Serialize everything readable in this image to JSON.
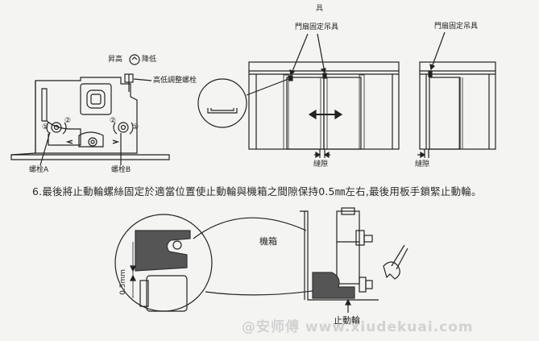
{
  "header_fragment": "具",
  "motor_diagram": {
    "raise_label": "昇高",
    "lower_label": "降低",
    "adjust_screw_label": "高低調整螺栓",
    "bolt_a_label": "螺栓A",
    "bolt_b_label": "螺栓B",
    "callout_1": "①",
    "callout_2": "②"
  },
  "door_diagram_double": {
    "hanger_label": "門扇固定吊具",
    "gap_label": "縫隙"
  },
  "door_diagram_single": {
    "hanger_label": "門扇固定吊具",
    "gap_label": "縫隙"
  },
  "step6_text": "6.最後將止動輪螺絲固定於適當位置使止動輪與機箱之間隙保持0.5㎜左右,最後用板手鎖緊止動輪。",
  "detail_diagram": {
    "gap_label": "0.5mm",
    "box_label": "機箱",
    "stopper_label": "止動輪"
  },
  "watermark": "@安师傅 www.xiudekuai.com"
}
